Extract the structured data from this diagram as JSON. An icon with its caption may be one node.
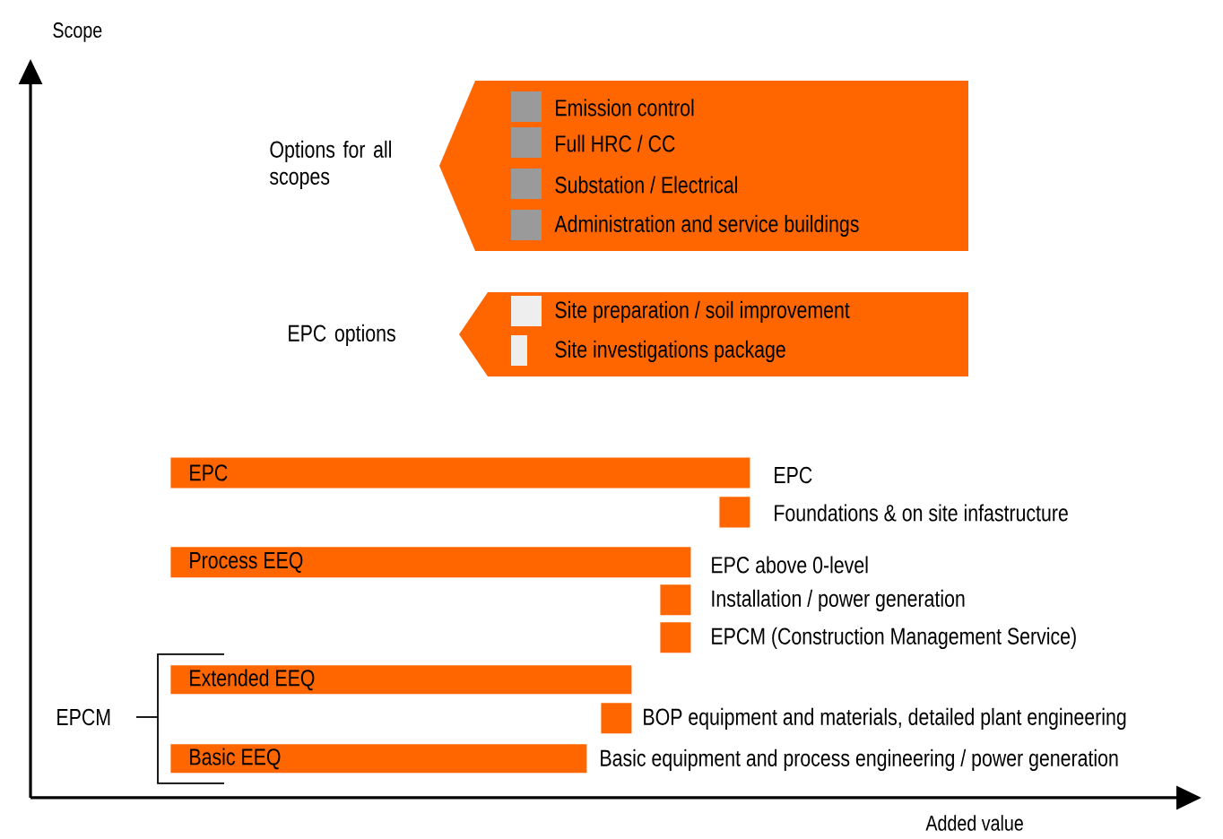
{
  "diagram": {
    "nodes": [
      {
        "text": [
          "Options for all scopes",
          "Emission control",
          "Full HRC / CC",
          "Substation / Electrical",
          "Administration and service buildings"
        ]
      },
      {
        "text": [
          "EPC options",
          "Site preparation / soil improvement",
          "Site investigations package"
        ]
      },
      {
        "text": [
          "EPC"
        ],
        "beside": [
          "EPC"
        ]
      },
      {
        "text": [],
        "shape": "box",
        "beside": [
          "Foundations & on site infastructure"
        ]
      },
      {
        "text": [
          "Process EEQ"
        ],
        "beside": [
          "EPC above 0-level"
        ]
      },
      {
        "text": [],
        "shape": "box",
        "beside": [
          "Installation / power generation"
        ]
      },
      {
        "text": [],
        "shape": "box",
        "beside": [
          "EPCM (Construction Management Service)"
        ]
      },
      {
        "text": [
          "Extended EEQ"
        ]
      },
      {
        "text": [],
        "shape": "box",
        "beside": [
          "BOP equipment and materials, detailed plant engineering"
        ]
      },
      {
        "text": [
          "Basic EEQ"
        ],
        "beside": [
          "Basic equipment and process engineering / power generation"
        ]
      }
    ],
    "labels": [
      "Scope",
      "EPCM",
      "Added value"
    ]
  }
}
